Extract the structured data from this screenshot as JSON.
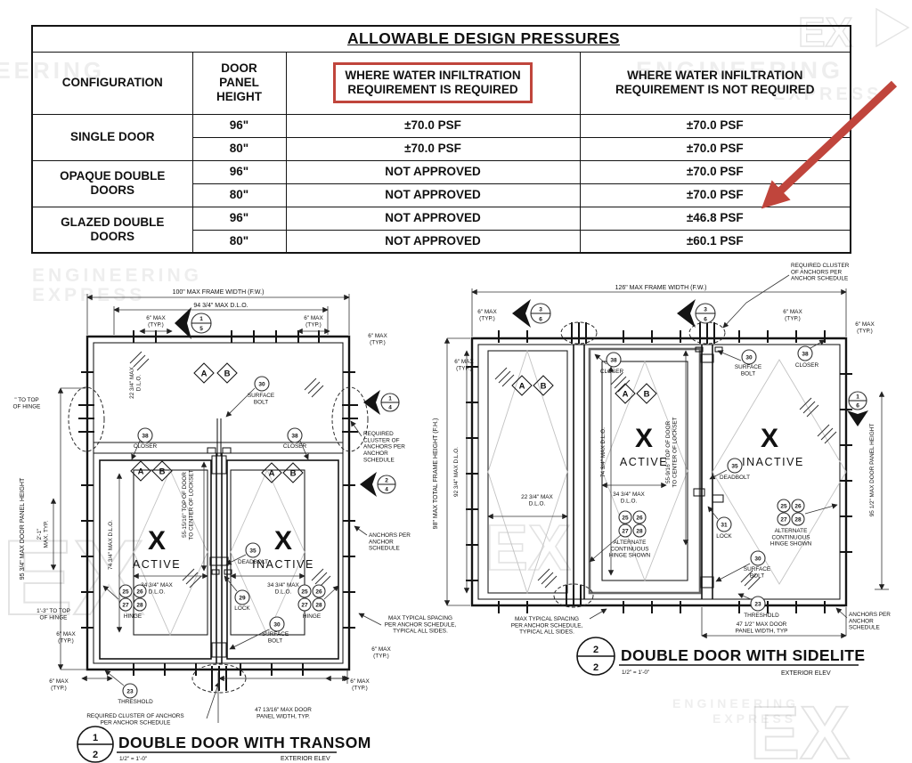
{
  "colors": {
    "accent_red": "#c0453c",
    "line": "#141414"
  },
  "watermark": {
    "word1": "ENGINEERING",
    "word2": "EXPRESS",
    "logo": "EX"
  },
  "table": {
    "title": "ALLOWABLE DESIGN PRESSURES",
    "headers": {
      "configuration": "CONFIGURATION",
      "door_panel_height": "DOOR\nPANEL\nHEIGHT",
      "infiltration_required": "WHERE WATER INFILTRATION\nREQUIREMENT IS REQUIRED",
      "infiltration_not_required": "WHERE WATER INFILTRATION\nREQUIREMENT IS NOT REQUIRED"
    },
    "groups": [
      {
        "config": "SINGLE DOOR",
        "rows": [
          {
            "height": "96\"",
            "required": "±70.0 PSF",
            "not_required": "±70.0 PSF"
          },
          {
            "height": "80\"",
            "required": "±70.0 PSF",
            "not_required": "±70.0 PSF"
          }
        ]
      },
      {
        "config": "OPAQUE DOUBLE\nDOORS",
        "rows": [
          {
            "height": "96\"",
            "required": "NOT APPROVED",
            "not_required": "±70.0 PSF"
          },
          {
            "height": "80\"",
            "required": "NOT APPROVED",
            "not_required": "±70.0 PSF"
          }
        ]
      },
      {
        "config": "GLAZED DOUBLE\nDOORS",
        "rows": [
          {
            "height": "96\"",
            "required": "NOT APPROVED",
            "not_required": "±46.8 PSF"
          },
          {
            "height": "80\"",
            "required": "NOT APPROVED",
            "not_required": "±60.1 PSF"
          }
        ]
      }
    ]
  },
  "labels": {
    "six_max": "6\" MAX\n(TYP.)",
    "closer": "CLOSER",
    "surface_bolt": "SURFACE\nBOLT",
    "deadbolt": "DEADBOLT",
    "lock": "LOCK",
    "hinge": "HINGE",
    "threshold": "THRESHOLD",
    "active": "ACTIVE",
    "inactive": "INACTIVE",
    "glass_x": "X",
    "a": "A",
    "b": "B",
    "req_cluster2": "REQUIRED CLUSTER OF ANCHORS\nPER ANCHOR SCHEDULE",
    "req_cluster3": "REQUIRED CLUSTER\nOF ANCHORS PER\nANCHOR SCHEDULE",
    "req_cluster5": "REQUIRED\nCLUSTER OF\nANCHORS PER\nANCHOR\nSCHEDULE",
    "anchors_per": "ANCHORS PER\nANCHOR\nSCHEDULE",
    "max_typical": "MAX TYPICAL SPACING\nPER ANCHOR SCHEDULE,\nTYPICAL ALL SIDES.",
    "alt_hinge": "ALTERNATE\nCONTINUOUS\nHINGE SHOWN",
    "n23": "23",
    "n25": "25",
    "n26": "26",
    "n27": "27",
    "n28": "28",
    "n29": "29",
    "n30": "30",
    "n31": "31",
    "n35": "35",
    "n38": "38"
  },
  "drawing1": {
    "number": "1",
    "sheet": "2",
    "title": "DOUBLE DOOR WITH TRANSOM",
    "scale": "1/2\" = 1'-0\"",
    "view": "EXTERIOR ELEV",
    "frame_width": "100\" MAX FRAME WIDTH (F.W.)",
    "dlo_width": "94 3/4\" MAX D.L.O.",
    "transom_dlo": "22 3/4\" MAX\nD.L.O.",
    "panel_height": "95 3/4\" MAX DOOR PANEL HEIGHT",
    "hinge_spacing": "2'-1\"\nMAX. TYP.",
    "top_hinge": "1'-3\" TO TOP\nOF HINGE",
    "top_hinge_cut": "\" TO TOP\nOF HINGE",
    "panel_dlo_w": "34 3/4\" MAX\nD.L.O.",
    "panel_dlo_h": "74 3/4\" MAX D.L.O.",
    "lockset": "55-15/16\" TOP OF DOOR\nTO CENTER OF LOCKSET",
    "door_panel_width": "47 13/16\" MAX DOOR\nPANEL WIDTH, TYP.",
    "m1": {
      "n": "1",
      "s": "5"
    },
    "m2": {
      "n": "1",
      "s": "4"
    },
    "m3": {
      "n": "2",
      "s": "4"
    }
  },
  "drawing2": {
    "number": "2",
    "sheet": "2",
    "title": "DOUBLE DOOR WITH SIDELITE",
    "scale": "1/2\" = 1'-0\"",
    "view": "EXTERIOR ELEV",
    "frame_width": "126\" MAX FRAME WIDTH (F.W.)",
    "frame_height": "98\" MAX TOTAL FRAME HEIGHT (F.H.)",
    "sidelite_dlo_h": "92 3/4\" MAX D.L.O.",
    "sidelite_dlo_w": "22 3/4\" MAX\nD.L.O.",
    "panel_dlo_w": "34 3/4\" MAX\nD.L.O.",
    "panel_dlo_h": "74 3/4\" MAX D.L.O.",
    "lockset": "55-9/16\" TOP OF DOOR\nTO CENTER OF LOCKSET",
    "door_panel_width": "47 1/2\" MAX DOOR\nPANEL WIDTH, TYP",
    "panel_height": "95 1/2\" MAX DOOR PANEL HEIGHT",
    "m1": {
      "n": "3",
      "s": "6"
    },
    "m2": {
      "n": "3",
      "s": "6"
    },
    "m3": {
      "n": "1",
      "s": "6"
    }
  }
}
